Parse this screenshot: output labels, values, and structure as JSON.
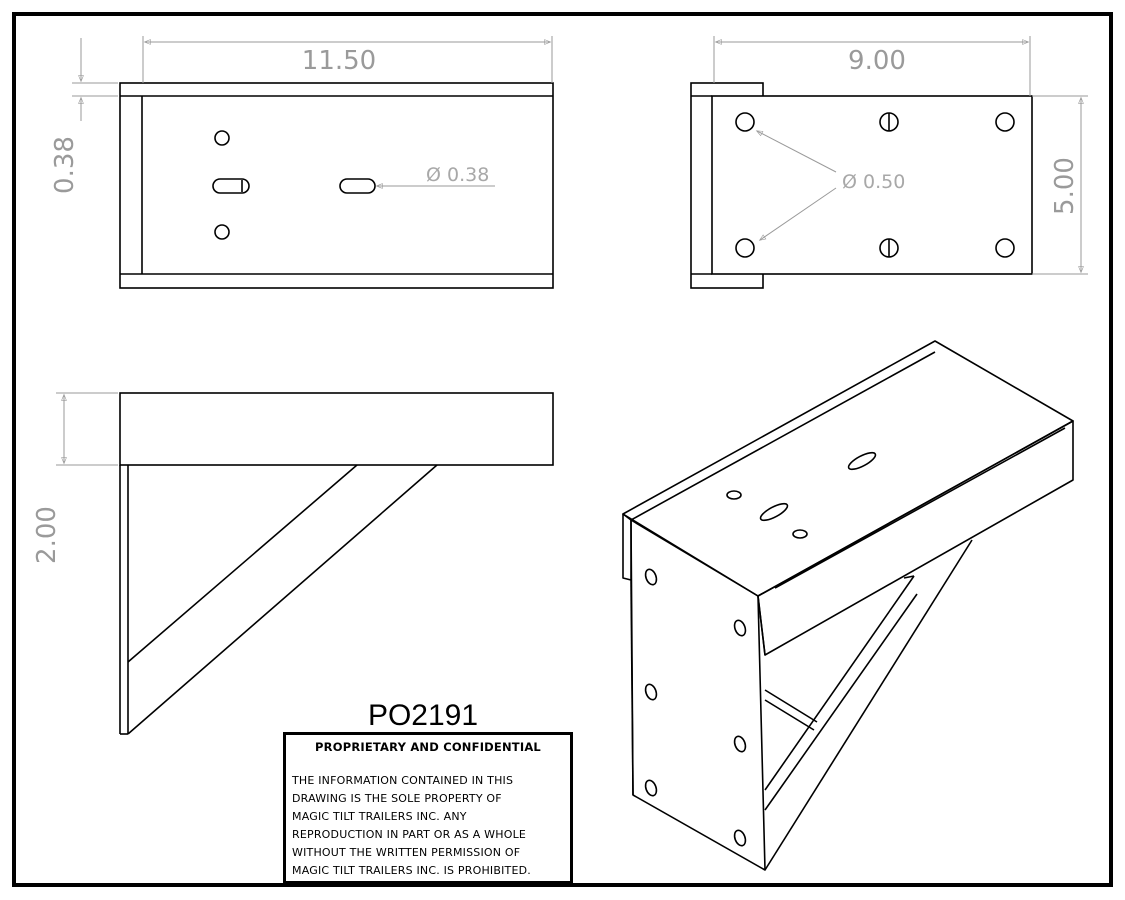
{
  "drawing": {
    "part_number": "PO2191",
    "colors": {
      "line": "#000000",
      "dimension": "#9a9a9a",
      "frame": "#000000"
    },
    "dimensions": {
      "top_length": "11.50",
      "top_thickness": "0.38",
      "slot_diameter": "Ø 0.38",
      "side_length": "9.00",
      "side_height": "5.00",
      "hole_diameter": "Ø 0.50",
      "front_height": "2.00"
    }
  },
  "title_block": {
    "heading": "PROPRIETARY AND CONFIDENTIAL",
    "lines": [
      "THE INFORMATION CONTAINED IN THIS",
      "DRAWING IS THE SOLE PROPERTY OF",
      "MAGIC TILT TRAILERS INC.  ANY",
      "REPRODUCTION IN PART OR AS A WHOLE",
      "WITHOUT THE WRITTEN PERMISSION OF",
      "MAGIC TILT TRAILERS INC. IS PROHIBITED."
    ]
  }
}
